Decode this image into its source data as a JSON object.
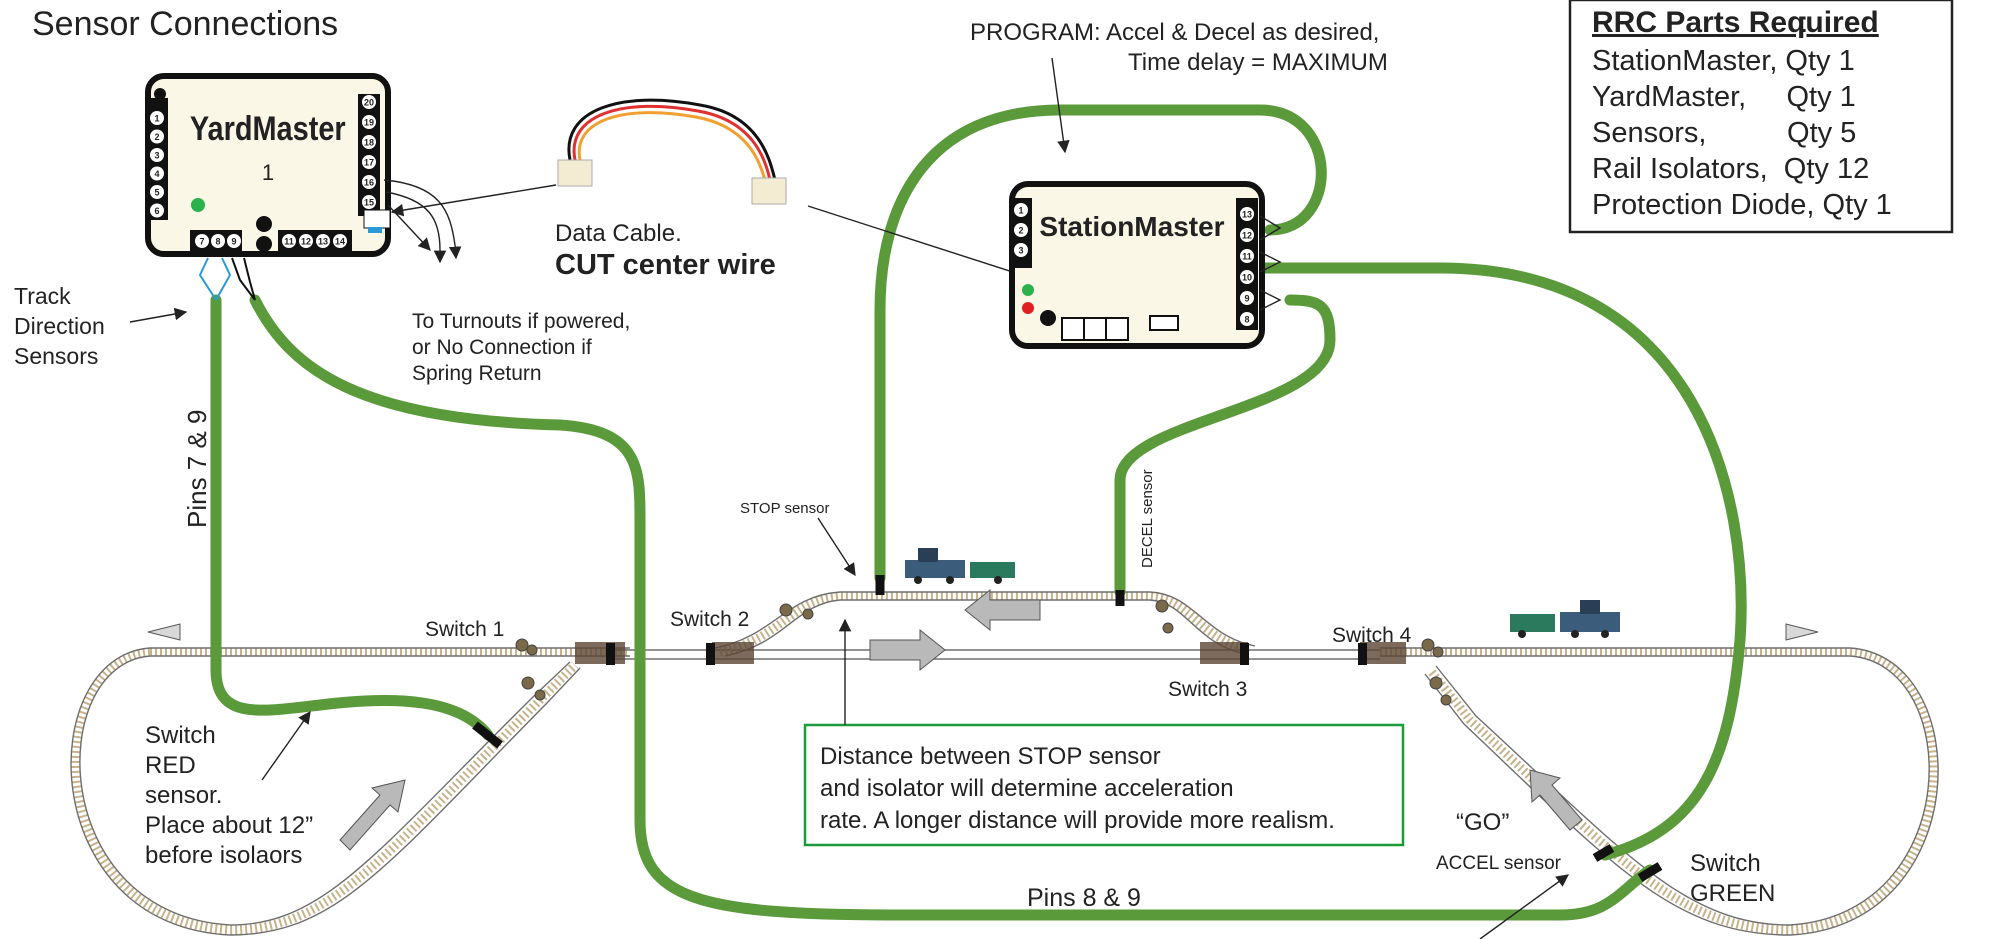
{
  "header": {
    "title": "Sensor Connections"
  },
  "yardmaster": {
    "title": "YardMaster",
    "number": "1",
    "left_pins": [
      "1",
      "2",
      "3",
      "4",
      "5",
      "6"
    ],
    "right_pins": [
      "20",
      "19",
      "18",
      "17",
      "16",
      "15"
    ],
    "bottom_pins_a": [
      "7",
      "8",
      "9"
    ],
    "bottom_pins_b": [
      "11",
      "12",
      "13",
      "14"
    ]
  },
  "stationmaster": {
    "title": "StationMaster",
    "left_pins": [
      "1",
      "2",
      "3"
    ],
    "right_pins": [
      "13",
      "12",
      "11",
      "10",
      "9",
      "8"
    ]
  },
  "parts": {
    "heading": "RRC Parts Required",
    "items": [
      "StationMaster, Qty 1",
      "YardMaster,     Qty 1",
      "Sensors,          Qty 5",
      "Rail Isolators,  Qty 12",
      "Protection Diode, Qty 1"
    ]
  },
  "program": {
    "line1": "PROGRAM:  Accel & Decel as desired,",
    "line2": "Time delay = MAXIMUM"
  },
  "cable": {
    "line1": "Data Cable.",
    "line2": "CUT center wire"
  },
  "turnouts": {
    "line1": "To Turnouts if powered,",
    "line2": "or No Connection if",
    "line3": "Spring Return"
  },
  "track_dir": {
    "line1": "Track",
    "line2": "Direction",
    "line3": "Sensors"
  },
  "pins79": "Pins 7 & 9",
  "pins89": "Pins 8 & 9",
  "stop_sensor": "STOP sensor",
  "decel_sensor": "DECEL sensor",
  "switches": {
    "s1": "Switch 1",
    "s2": "Switch 2",
    "s3": "Switch 3",
    "s4": "Switch 4"
  },
  "note": {
    "line1": "Distance between STOP sensor",
    "line2": "and isolator will determine acceleration",
    "line3": "rate. A longer distance will provide more realism."
  },
  "red_sensor": {
    "line1": "Switch",
    "line2": "RED",
    "line3": "sensor.",
    "line4": "Place about 12”",
    "line5": "before isolaors"
  },
  "green_sensor": {
    "line1": "Switch",
    "line2": "GREEN"
  },
  "go": "“GO”",
  "accel_sensor": "ACCEL sensor",
  "colors": {
    "wire": "#5a9a3a",
    "note_border": "#1a9a3a",
    "module_bg": "#fbf7e6",
    "led_green": "#2bb24c",
    "led_red": "#e02020",
    "lead_blue": "#2a9ad6"
  }
}
